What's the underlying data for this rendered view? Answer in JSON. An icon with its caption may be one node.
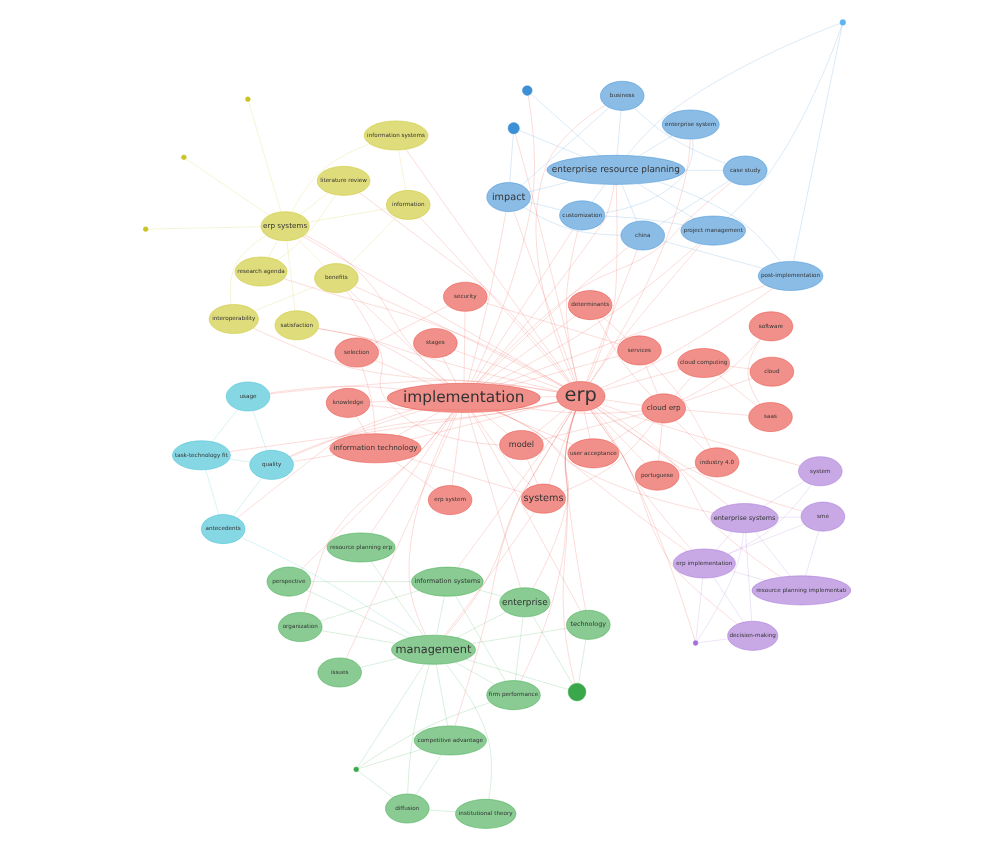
{
  "diagram": {
    "nodes": [
      {
        "text": [
          "competitive advantage"
        ]
      },
      {
        "text": [],
        "shape": "circle"
      },
      {
        "text": [
          "diffusion"
        ]
      },
      {
        "text": [
          "task-technology fit"
        ]
      },
      {
        "text": [
          "firm performance"
        ]
      },
      {
        "text": [
          "institutional theory"
        ]
      },
      {
        "text": [
          "resource planning erp"
        ]
      },
      {
        "text": [
          "business"
        ]
      },
      {
        "text": [
          "issues"
        ]
      },
      {
        "text": [
          "information systems"
        ]
      },
      {
        "text": [
          "case study"
        ]
      },
      {
        "text": [
          "usage"
        ]
      },
      {
        "text": [
          "quality"
        ]
      },
      {
        "text": [
          "organization"
        ]
      },
      {
        "text": [
          "antecedents"
        ]
      },
      {
        "text": [
          "perspective"
        ]
      },
      {
        "text": [
          "china"
        ]
      },
      {
        "text": [
          "selection"
        ]
      },
      {
        "text": [
          "information technology"
        ]
      },
      {
        "text": [
          "technology"
        ]
      },
      {
        "text": [],
        "shape": "circle"
      },
      {
        "text": [
          "impact"
        ]
      },
      {
        "text": [
          "post-implementation"
        ]
      },
      {
        "text": [
          "erp system"
        ]
      },
      {
        "text": [
          "management"
        ]
      },
      {
        "text": [
          "customization"
        ]
      },
      {
        "text": [
          "knowledge"
        ]
      },
      {
        "text": [
          "security"
        ]
      },
      {
        "text": [
          "implementation"
        ]
      },
      {
        "text": [],
        "shape": "circle"
      },
      {
        "text": [
          "satisfaction"
        ]
      },
      {
        "text": [],
        "shape": "circle"
      },
      {
        "text": [
          "project management"
        ]
      },
      {
        "text": [],
        "shape": "circle"
      },
      {
        "text": [
          "services"
        ]
      },
      {
        "text": [
          "stages"
        ]
      },
      {
        "text": [
          "enterprise"
        ]
      },
      {
        "text": [
          "systems"
        ]
      },
      {
        "text": [
          "enterprise resource planning"
        ]
      },
      {
        "text": [
          "determinants"
        ]
      },
      {
        "text": [
          "industry 4.0"
        ]
      },
      {
        "text": [
          "user acceptance"
        ]
      },
      {
        "text": [
          "erp systems"
        ]
      },
      {
        "text": [
          "enterprise system"
        ]
      },
      {
        "text": [
          "model"
        ]
      },
      {
        "text": [
          "erp"
        ]
      },
      {
        "text": [],
        "shape": "circle"
      },
      {
        "text": [],
        "shape": "circle"
      },
      {
        "text": [
          "research agenda"
        ]
      },
      {
        "text": [
          "portuguese"
        ]
      },
      {
        "text": [
          "cloud erp"
        ]
      },
      {
        "text": [
          "enterprise systems"
        ]
      },
      {
        "text": [],
        "shape": "circle"
      },
      {
        "text": [
          "literature review"
        ]
      },
      {
        "text": [
          "benefits"
        ]
      },
      {
        "text": [
          "resource planning implementati"
        ]
      },
      {
        "text": [
          "cloud computing"
        ]
      },
      {
        "text": [
          "software"
        ]
      },
      {
        "text": [
          "information systems"
        ]
      },
      {
        "text": [
          "sme"
        ]
      },
      {
        "text": [
          "erp implementation"
        ]
      },
      {
        "text": [
          "cloud"
        ]
      },
      {
        "text": [
          "saas"
        ]
      },
      {
        "text": [
          "interoperability"
        ]
      },
      {
        "text": [
          "decision-making"
        ]
      },
      {
        "text": [
          "information"
        ]
      },
      {
        "text": [],
        "shape": "circle"
      },
      {
        "text": [
          "system"
        ]
      }
    ],
    "edges": [
      {
        "from": 45,
        "to": 28,
        "arrow": "none"
      },
      {
        "from": 45,
        "to": 37,
        "arrow": "none"
      },
      {
        "from": 45,
        "to": 44,
        "arrow": "none"
      },
      {
        "from": 45,
        "to": 24,
        "arrow": "none"
      },
      {
        "from": 45,
        "to": 36,
        "arrow": "none"
      },
      {
        "from": 45,
        "to": 38,
        "arrow": "none"
      },
      {
        "from": 45,
        "to": 42,
        "arrow": "none"
      },
      {
        "from": 45,
        "to": 51,
        "arrow": "none"
      },
      {
        "from": 45,
        "to": 54,
        "arrow": "none"
      },
      {
        "from": 45,
        "to": 50,
        "arrow": "none"
      },
      {
        "from": 45,
        "to": 18,
        "arrow": "none"
      },
      {
        "from": 45,
        "to": 21,
        "arrow": "none"
      },
      {
        "from": 45,
        "to": 60,
        "arrow": "none"
      },
      {
        "from": 45,
        "to": 58,
        "arrow": "none"
      },
      {
        "from": 45,
        "to": 63,
        "arrow": "none"
      },
      {
        "from": 45,
        "to": 65,
        "arrow": "none"
      },
      {
        "from": 45,
        "to": 67,
        "arrow": "none"
      },
      {
        "from": 45,
        "to": 66,
        "arrow": "none"
      },
      {
        "from": 45,
        "to": 64,
        "arrow": "none"
      },
      {
        "from": 45,
        "to": 59,
        "arrow": "none"
      },
      {
        "from": 45,
        "to": 55,
        "arrow": "none"
      },
      {
        "from": 45,
        "to": 53,
        "arrow": "none"
      },
      {
        "from": 45,
        "to": 48,
        "arrow": "none"
      },
      {
        "from": 45,
        "to": 41,
        "arrow": "none"
      },
      {
        "from": 45,
        "to": 35,
        "arrow": "none"
      },
      {
        "from": 45,
        "to": 26,
        "arrow": "none"
      },
      {
        "from": 45,
        "to": 19,
        "arrow": "none"
      },
      {
        "from": 45,
        "to": 9,
        "arrow": "none"
      },
      {
        "from": 45,
        "to": 7,
        "arrow": "none"
      },
      {
        "from": 45,
        "to": 22,
        "arrow": "none"
      },
      {
        "from": 45,
        "to": 25,
        "arrow": "none"
      },
      {
        "from": 45,
        "to": 32,
        "arrow": "none"
      },
      {
        "from": 45,
        "to": 43,
        "arrow": "none"
      },
      {
        "from": 45,
        "to": 56,
        "arrow": "none"
      },
      {
        "from": 45,
        "to": 49,
        "arrow": "none"
      },
      {
        "from": 45,
        "to": 12,
        "arrow": "none"
      },
      {
        "from": 45,
        "to": 11,
        "arrow": "none"
      },
      {
        "from": 45,
        "to": 3,
        "arrow": "none"
      },
      {
        "from": 45,
        "to": 0,
        "arrow": "none"
      },
      {
        "from": 45,
        "to": 4,
        "arrow": "none"
      },
      {
        "from": 45,
        "to": 16,
        "arrow": "none"
      },
      {
        "from": 45,
        "to": 30,
        "arrow": "none"
      },
      {
        "from": 45,
        "to": 20,
        "arrow": "none"
      },
      {
        "from": 45,
        "to": 29,
        "arrow": "none"
      },
      {
        "from": 28,
        "to": 37,
        "arrow": "none"
      },
      {
        "from": 28,
        "to": 44,
        "arrow": "none"
      },
      {
        "from": 28,
        "to": 24,
        "arrow": "none"
      },
      {
        "from": 28,
        "to": 36,
        "arrow": "none"
      },
      {
        "from": 28,
        "to": 38,
        "arrow": "none"
      },
      {
        "from": 28,
        "to": 18,
        "arrow": "none"
      },
      {
        "from": 28,
        "to": 21,
        "arrow": "none"
      },
      {
        "from": 28,
        "to": 23,
        "arrow": "none"
      },
      {
        "from": 28,
        "to": 26,
        "arrow": "none"
      },
      {
        "from": 28,
        "to": 17,
        "arrow": "none"
      },
      {
        "from": 28,
        "to": 27,
        "arrow": "none"
      },
      {
        "from": 28,
        "to": 34,
        "arrow": "none"
      },
      {
        "from": 28,
        "to": 39,
        "arrow": "none"
      },
      {
        "from": 28,
        "to": 35,
        "arrow": "none"
      },
      {
        "from": 28,
        "to": 41,
        "arrow": "none"
      },
      {
        "from": 28,
        "to": 14,
        "arrow": "none"
      },
      {
        "from": 28,
        "to": 12,
        "arrow": "none"
      },
      {
        "from": 28,
        "to": 11,
        "arrow": "none"
      },
      {
        "from": 28,
        "to": 19,
        "arrow": "none"
      },
      {
        "from": 28,
        "to": 15,
        "arrow": "none"
      },
      {
        "from": 28,
        "to": 6,
        "arrow": "none"
      },
      {
        "from": 28,
        "to": 8,
        "arrow": "none"
      },
      {
        "from": 28,
        "to": 13,
        "arrow": "none"
      },
      {
        "from": 28,
        "to": 10,
        "arrow": "none"
      },
      {
        "from": 28,
        "to": 16,
        "arrow": "none"
      },
      {
        "from": 28,
        "to": 22,
        "arrow": "none"
      },
      {
        "from": 28,
        "to": 25,
        "arrow": "none"
      },
      {
        "from": 28,
        "to": 32,
        "arrow": "none"
      },
      {
        "from": 28,
        "to": 31,
        "arrow": "none"
      },
      {
        "from": 28,
        "to": 54,
        "arrow": "none"
      },
      {
        "from": 28,
        "to": 42,
        "arrow": "none"
      },
      {
        "from": 28,
        "to": 51,
        "arrow": "none"
      },
      {
        "from": 28,
        "to": 60,
        "arrow": "none"
      },
      {
        "from": 28,
        "to": 30,
        "arrow": "none"
      },
      {
        "from": 28,
        "to": 50,
        "arrow": "none"
      },
      {
        "from": 50,
        "to": 49,
        "arrow": "none"
      },
      {
        "from": 50,
        "to": 56,
        "arrow": "none"
      },
      {
        "from": 50,
        "to": 57,
        "arrow": "none"
      },
      {
        "from": 50,
        "to": 61,
        "arrow": "none"
      },
      {
        "from": 50,
        "to": 62,
        "arrow": "none"
      },
      {
        "from": 50,
        "to": 39,
        "arrow": "none"
      },
      {
        "from": 50,
        "to": 41,
        "arrow": "none"
      },
      {
        "from": 50,
        "to": 34,
        "arrow": "none"
      },
      {
        "from": 50,
        "to": 40,
        "arrow": "none"
      },
      {
        "from": 50,
        "to": 37,
        "arrow": "none"
      },
      {
        "from": 50,
        "to": 44,
        "arrow": "none"
      },
      {
        "from": 56,
        "to": 61,
        "arrow": "none"
      },
      {
        "from": 56,
        "to": 62,
        "arrow": "none"
      },
      {
        "from": 57,
        "to": 62,
        "arrow": "none"
      },
      {
        "from": 49,
        "to": 40,
        "arrow": "none"
      },
      {
        "from": 34,
        "to": 27,
        "arrow": "none"
      },
      {
        "from": 27,
        "to": 17,
        "arrow": "none"
      },
      {
        "from": 26,
        "to": 18,
        "arrow": "none"
      },
      {
        "from": 18,
        "to": 17,
        "arrow": "none"
      },
      {
        "from": 18,
        "to": 23,
        "arrow": "none"
      },
      {
        "from": 18,
        "to": 12,
        "arrow": "none"
      },
      {
        "from": 39,
        "to": 34,
        "arrow": "none"
      },
      {
        "from": 40,
        "to": 34,
        "arrow": "none"
      },
      {
        "from": 18,
        "to": 37,
        "arrow": "none"
      },
      {
        "from": 37,
        "to": 44,
        "arrow": "none"
      },
      {
        "from": 37,
        "to": 24,
        "arrow": "none"
      },
      {
        "from": 44,
        "to": 54,
        "arrow": "none"
      },
      {
        "from": 24,
        "to": 19,
        "arrow": "none",
        "color": "#3aa84a"
      },
      {
        "from": 24,
        "to": 36,
        "arrow": "none",
        "color": "#3aa84a"
      },
      {
        "from": 24,
        "to": 20,
        "arrow": "none",
        "color": "#3aa84a"
      },
      {
        "from": 24,
        "to": 15,
        "arrow": "none",
        "color": "#3aa84a"
      },
      {
        "from": 24,
        "to": 9,
        "arrow": "none",
        "color": "#3aa84a"
      },
      {
        "from": 24,
        "to": 13,
        "arrow": "none",
        "color": "#3aa84a"
      },
      {
        "from": 24,
        "to": 8,
        "arrow": "none",
        "color": "#3aa84a"
      },
      {
        "from": 24,
        "to": 5,
        "arrow": "none",
        "color": "#3aa84a"
      },
      {
        "from": 24,
        "to": 2,
        "arrow": "none",
        "color": "#3aa84a"
      },
      {
        "from": 24,
        "to": 0,
        "arrow": "none",
        "color": "#3aa84a"
      },
      {
        "from": 24,
        "to": 4,
        "arrow": "none",
        "color": "#3aa84a"
      },
      {
        "from": 24,
        "to": 6,
        "arrow": "none",
        "color": "#3aa84a"
      },
      {
        "from": 24,
        "to": 1,
        "arrow": "none",
        "color": "#3aa84a"
      },
      {
        "from": 36,
        "to": 20,
        "arrow": "none",
        "color": "#3aa84a"
      },
      {
        "from": 36,
        "to": 9,
        "arrow": "none",
        "color": "#3aa84a"
      },
      {
        "from": 36,
        "to": 4,
        "arrow": "none",
        "color": "#3aa84a"
      },
      {
        "from": 1,
        "to": 0,
        "arrow": "none",
        "color": "#3aa84a"
      },
      {
        "from": 1,
        "to": 2,
        "arrow": "none",
        "color": "#3aa84a"
      },
      {
        "from": 1,
        "to": 4,
        "arrow": "none",
        "color": "#3aa84a"
      },
      {
        "from": 2,
        "to": 0,
        "arrow": "none",
        "color": "#3aa84a"
      },
      {
        "from": 5,
        "to": 2,
        "arrow": "none",
        "color": "#3aa84a"
      },
      {
        "from": 4,
        "to": 9,
        "arrow": "none",
        "color": "#3aa84a"
      },
      {
        "from": 9,
        "to": 13,
        "arrow": "none",
        "color": "#3aa84a"
      },
      {
        "from": 9,
        "to": 15,
        "arrow": "none",
        "color": "#3aa84a"
      },
      {
        "from": 19,
        "to": 20,
        "arrow": "none",
        "color": "#3aa84a"
      },
      {
        "from": 38,
        "to": 21,
        "arrow": "none",
        "color": "#3d8fd6"
      },
      {
        "from": 38,
        "to": 7,
        "arrow": "none",
        "color": "#3d8fd6"
      },
      {
        "from": 38,
        "to": 10,
        "arrow": "none",
        "color": "#3d8fd6"
      },
      {
        "from": 38,
        "to": 16,
        "arrow": "none",
        "color": "#3d8fd6"
      },
      {
        "from": 38,
        "to": 22,
        "arrow": "none",
        "color": "#3d8fd6"
      },
      {
        "from": 38,
        "to": 25,
        "arrow": "none",
        "color": "#3d8fd6"
      },
      {
        "from": 38,
        "to": 32,
        "arrow": "none",
        "color": "#3d8fd6"
      },
      {
        "from": 38,
        "to": 43,
        "arrow": "none",
        "color": "#3d8fd6"
      },
      {
        "from": 38,
        "to": 29,
        "arrow": "none",
        "color": "#3d8fd6"
      },
      {
        "from": 38,
        "to": 31,
        "arrow": "none",
        "color": "#3d8fd6"
      },
      {
        "from": 38,
        "to": 33,
        "arrow": "none",
        "color": "#3d8fd6"
      },
      {
        "from": 21,
        "to": 7,
        "arrow": "none",
        "color": "#3d8fd6"
      },
      {
        "from": 21,
        "to": 16,
        "arrow": "none",
        "color": "#3d8fd6"
      },
      {
        "from": 21,
        "to": 25,
        "arrow": "none",
        "color": "#3d8fd6"
      },
      {
        "from": 16,
        "to": 22,
        "arrow": "none",
        "color": "#3d8fd6"
      },
      {
        "from": 16,
        "to": 10,
        "arrow": "none",
        "color": "#3d8fd6"
      },
      {
        "from": 25,
        "to": 32,
        "arrow": "none",
        "color": "#3d8fd6"
      },
      {
        "from": 25,
        "to": 43,
        "arrow": "none",
        "color": "#3d8fd6"
      },
      {
        "from": 32,
        "to": 33,
        "arrow": "none",
        "color": "#3d8fd6"
      },
      {
        "from": 22,
        "to": 33,
        "arrow": "none",
        "color": "#3d8fd6"
      },
      {
        "from": 7,
        "to": 10,
        "arrow": "none",
        "color": "#3d8fd6"
      },
      {
        "from": 21,
        "to": 29,
        "arrow": "none",
        "color": "#3d8fd6"
      },
      {
        "from": 11,
        "to": 3,
        "arrow": "none",
        "color": "#35bcd2"
      },
      {
        "from": 11,
        "to": 12,
        "arrow": "none",
        "color": "#35bcd2"
      },
      {
        "from": 12,
        "to": 14,
        "arrow": "none",
        "color": "#35bcd2"
      },
      {
        "from": 3,
        "to": 14,
        "arrow": "none",
        "color": "#35bcd2"
      },
      {
        "from": 3,
        "to": 12,
        "arrow": "none",
        "color": "#35bcd2"
      },
      {
        "from": 14,
        "to": 24,
        "arrow": "none",
        "color": "#35bcd2"
      },
      {
        "from": 42,
        "to": 54,
        "arrow": "none",
        "color": "#c9c424"
      },
      {
        "from": 42,
        "to": 30,
        "arrow": "none",
        "color": "#c9c424"
      },
      {
        "from": 42,
        "to": 46,
        "arrow": "none",
        "color": "#c9c424"
      },
      {
        "from": 42,
        "to": 47,
        "arrow": "none",
        "color": "#c9c424"
      },
      {
        "from": 42,
        "to": 52,
        "arrow": "none",
        "color": "#c9c424"
      },
      {
        "from": 42,
        "to": 53,
        "arrow": "none",
        "color": "#c9c424"
      },
      {
        "from": 42,
        "to": 48,
        "arrow": "none",
        "color": "#c9c424"
      },
      {
        "from": 42,
        "to": 58,
        "arrow": "none",
        "color": "#c9c424"
      },
      {
        "from": 42,
        "to": 63,
        "arrow": "none",
        "color": "#c9c424"
      },
      {
        "from": 42,
        "to": 65,
        "arrow": "none",
        "color": "#c9c424"
      },
      {
        "from": 54,
        "to": 63,
        "arrow": "none",
        "color": "#c9c424"
      },
      {
        "from": 54,
        "to": 65,
        "arrow": "none",
        "color": "#c9c424"
      },
      {
        "from": 58,
        "to": 65,
        "arrow": "none",
        "color": "#c9c424"
      },
      {
        "from": 53,
        "to": 48,
        "arrow": "none",
        "color": "#c9c424"
      },
      {
        "from": 51,
        "to": 60,
        "arrow": "none",
        "color": "#a46fd6"
      },
      {
        "from": 51,
        "to": 55,
        "arrow": "none",
        "color": "#a46fd6"
      },
      {
        "from": 51,
        "to": 59,
        "arrow": "none",
        "color": "#a46fd6"
      },
      {
        "from": 51,
        "to": 64,
        "arrow": "none",
        "color": "#a46fd6"
      },
      {
        "from": 51,
        "to": 66,
        "arrow": "none",
        "color": "#a46fd6"
      },
      {
        "from": 51,
        "to": 67,
        "arrow": "none",
        "color": "#a46fd6"
      },
      {
        "from": 60,
        "to": 55,
        "arrow": "none",
        "color": "#a46fd6"
      },
      {
        "from": 60,
        "to": 59,
        "arrow": "none",
        "color": "#a46fd6"
      },
      {
        "from": 60,
        "to": 64,
        "arrow": "none",
        "color": "#a46fd6"
      },
      {
        "from": 60,
        "to": 66,
        "arrow": "none",
        "color": "#a46fd6"
      },
      {
        "from": 60,
        "to": 67,
        "arrow": "none",
        "color": "#a46fd6"
      },
      {
        "from": 55,
        "to": 59,
        "arrow": "none",
        "color": "#a46fd6"
      },
      {
        "from": 64,
        "to": 66,
        "arrow": "none",
        "color": "#a46fd6"
      }
    ]
  }
}
